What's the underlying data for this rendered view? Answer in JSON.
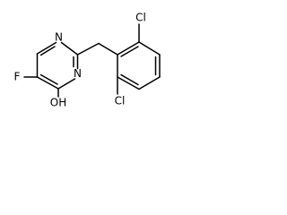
{
  "molecule": {
    "atoms": {
      "n1": "N",
      "n3": "N",
      "f": "F",
      "oh": "OH",
      "cl_top": "Cl",
      "cl_bottom": "Cl"
    },
    "colors": {
      "bond": "#000000",
      "text": "#000000",
      "background": "#ffffff"
    }
  }
}
